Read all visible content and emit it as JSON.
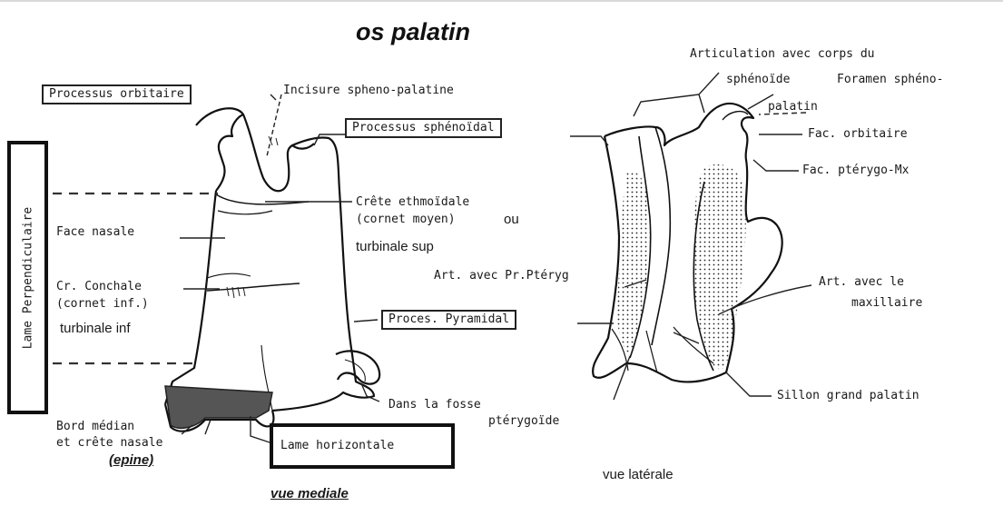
{
  "title": "os palatin",
  "medial": {
    "processus_orbitaire": "Processus orbitaire",
    "incisure": "Incisure spheno-palatine",
    "processus_sphenoidal": "Processus sphénoïdal",
    "crete_ethmoidale": "Crête ethmoïdale",
    "cornet_moyen": "(cornet moyen)",
    "ou": "ou",
    "turbinale_sup": "turbinale sup",
    "lame_perpendiculaire": "Lame Perpendiculaire",
    "face_nasale": "Face nasale",
    "cr_conchale": "Cr. Conchale",
    "cornet_inf": "(cornet inf.)",
    "turbinale_inf": "turbinale inf",
    "proces_pyramidal": "Proces. Pyramidal",
    "dans_la_fosse": "Dans la fosse",
    "pterygoide": "ptérygoïde",
    "bord_median": "Bord médian",
    "et_crete_nasale": "et crête nasale",
    "epine": "(epine)",
    "lame_horizontale": "Lame horizontale",
    "vue_mediale": "vue mediale"
  },
  "lateral": {
    "articulation_1": "Articulation avec corps du",
    "articulation_2": "sphénoïde",
    "foramen_1": "Foramen sphéno-",
    "foramen_2": "palatin",
    "fac_orbitaire": "Fac. orbitaire",
    "fac_pterygo": "Fac. ptérygo-Mx",
    "art_pr_pteryg": "Art. avec Pr.Ptéryg",
    "art_maxillaire_1": "Art. avec le",
    "art_maxillaire_2": "maxillaire",
    "sillon": "Sillon grand palatin",
    "vue_laterale": "vue latérale"
  }
}
